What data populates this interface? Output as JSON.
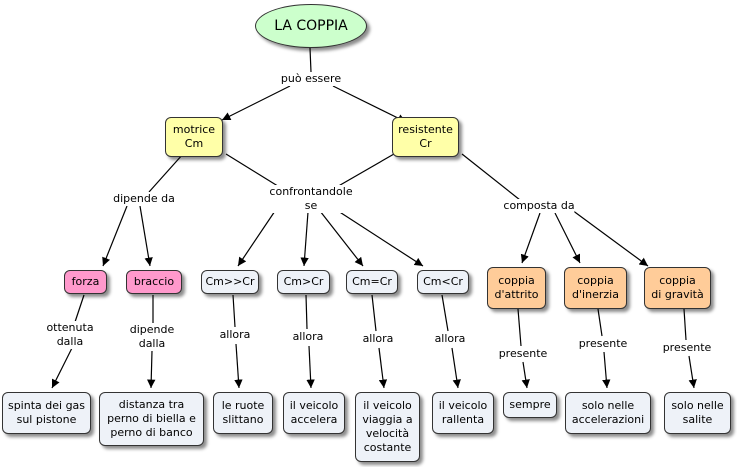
{
  "colors": {
    "root": "#ccffcc",
    "yellow": "#ffffa8",
    "pink": "#ff99cc",
    "light": "#eef2f8",
    "orange": "#ffcc99",
    "edge": "#000000"
  },
  "nodes": {
    "root": "LA COPPIA",
    "motrice": "motrice\nCm",
    "resistente": "resistente\nCr",
    "forza": "forza",
    "braccio": "braccio",
    "cm_much_greater": "Cm>>Cr",
    "cm_greater": "Cm>Cr",
    "cm_equal": "Cm=Cr",
    "cm_less": "Cm<Cr",
    "attrito": "coppia\nd'attrito",
    "inerzia": "coppia\nd'inerzia",
    "gravita": "coppia\ndi gravità",
    "spinta": "spinta dei gas\nsul pistone",
    "distanza": "distanza tra\nperno di biella e\nperno di banco",
    "ruote": "le ruote\nslittano",
    "accelera": "il veicolo\naccelera",
    "velocita": "il veicolo\nviaggia a\nvelocità\ncostante",
    "rallenta": "il veicolo\nrallenta",
    "sempre": "sempre",
    "accelerazioni": "solo nelle\naccelerazioni",
    "salite": "solo nelle\nsalite"
  },
  "links": {
    "puo_essere": "può essere",
    "dipende_da": "dipende da",
    "confrontandole": "confrontandole\nse",
    "composta_da": "composta da",
    "ottenuta": "ottenuta\ndalla",
    "dipende_dalla": "dipende\ndalla",
    "allora_1": "allora",
    "allora_2": "allora",
    "allora_3": "allora",
    "allora_4": "allora",
    "presente_1": "presente",
    "presente_2": "presente",
    "presente_3": "presente"
  }
}
